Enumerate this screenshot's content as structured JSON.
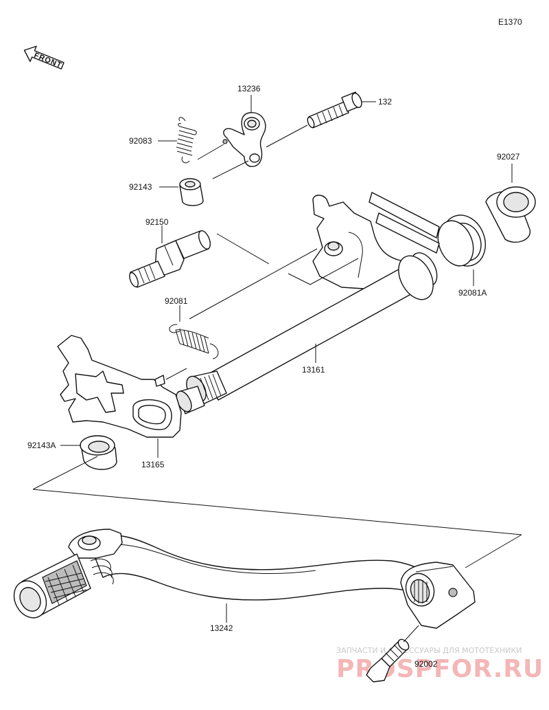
{
  "diagram_code": "E1370",
  "front_label": "FRONT",
  "labels": {
    "p13236": "13236",
    "p132": "132",
    "p92083": "92083",
    "p92143": "92143",
    "p92150": "92150",
    "p92027": "92027",
    "p92081": "92081",
    "p92081A": "92081A",
    "p13161": "13161",
    "p92143A": "92143A",
    "p13165": "13165",
    "p13242": "13242",
    "p92002": "92002"
  },
  "watermark": {
    "tagline": "ЗАПЧАСТИ И АКСЕССУАРЫ ДЛЯ МОТОТЕХНИКИ",
    "brand": "PROSPFOR.RU"
  }
}
